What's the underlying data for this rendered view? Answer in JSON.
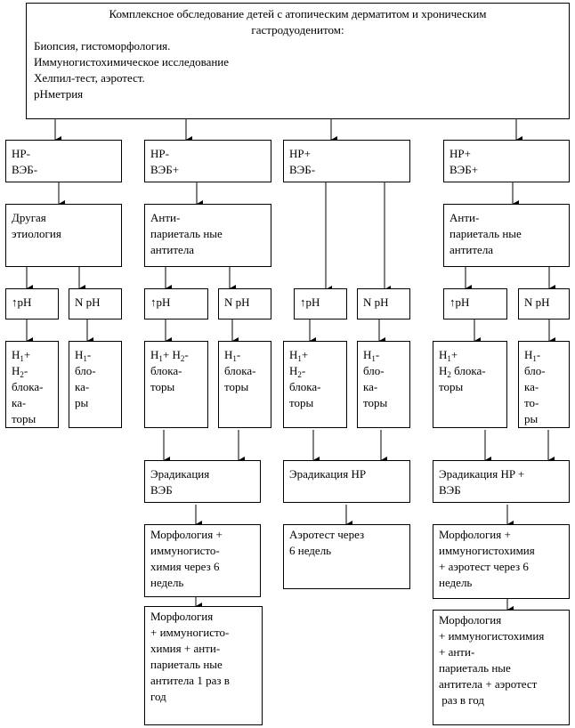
{
  "top": {
    "title": "Комплексное обследование детей с атопическим дерматитом и хроническим гастродуоденитом:",
    "items": [
      "Биопсия, гистоморфология.",
      "Иммуногистохимическое исследование",
      "Хелпил-тест, аэротест.",
      "рНметрия"
    ]
  },
  "groups": {
    "g1": [
      "HP-",
      "ВЭБ-"
    ],
    "g2": [
      "HP-",
      "ВЭБ+"
    ],
    "g3": [
      "HP+",
      "ВЭБ-"
    ],
    "g4": [
      "HP+",
      "ВЭБ+"
    ]
  },
  "cause": {
    "other": [
      "Другая",
      "этиология"
    ],
    "anti2": [
      "Анти-",
      "париеталь ные",
      "антитела"
    ],
    "anti4": [
      "Анти-",
      "париеталь ные",
      "антитела"
    ]
  },
  "ph": {
    "high": "↑рН",
    "normal": "N рН"
  },
  "drugs": {
    "h": "H",
    "one": "1",
    "two": "2",
    "plus": "+",
    "h1h2_spaced": "+ H",
    "dash": "-",
    "blocker_spaced": "блока-",
    "blocker": "блока-",
    "blo": "бло-",
    "ka": "ка-",
    "tory": "торы",
    "ka2": "ка-",
    "to": "то-",
    "ry": "ры",
    "blockers_h2_after": " блока-"
  },
  "eradication": {
    "veb": [
      "Эрадикация",
      "ВЭБ"
    ],
    "hp": [
      "Эрадикация HP"
    ],
    "hp_veb": [
      "Эрадикация HP +",
      "ВЭБ"
    ]
  },
  "followup": {
    "f2a": [
      "Морфология +",
      "иммуногисто-",
      "химия через 6",
      "недель"
    ],
    "f2b": [
      "Морфология",
      "+ иммуногисто-",
      "химия + анти-",
      "париеталь ные",
      "антитела 1 раз в",
      "год"
    ],
    "f3": [
      "Аэротест через",
      "6 недель"
    ],
    "f4a": [
      "Морфология +",
      "иммуногистохимия",
      "+ аэротест через 6",
      "недель"
    ],
    "f4b": [
      "Морфология",
      "+ иммуногистохимия",
      "+ анти-",
      "париеталь ные",
      "антитела + аэротест",
      " раз в год"
    ]
  }
}
